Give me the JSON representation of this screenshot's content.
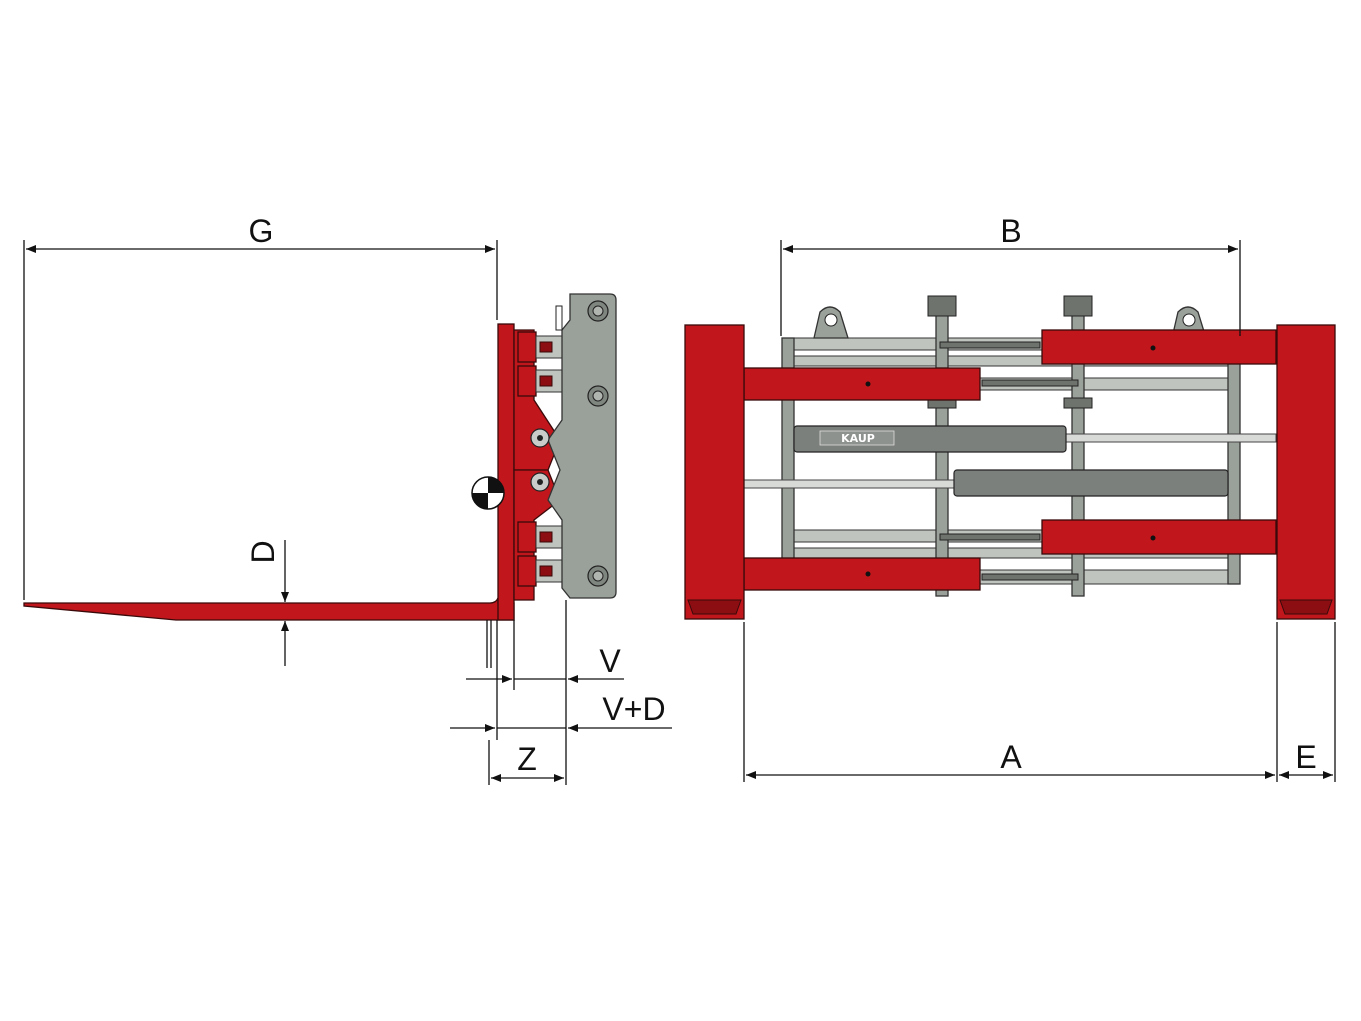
{
  "labels": {
    "g": "G",
    "b": "B",
    "d": "D",
    "v": "V",
    "v_plus_d": "V+D",
    "z": "Z",
    "a": "A",
    "e": "E"
  },
  "brand": {
    "name": "KAUP"
  },
  "colors": {
    "frame_red": "#c0161c",
    "carriage_grey": "#9aa09a",
    "cylinder_grey": "#7c807c"
  }
}
